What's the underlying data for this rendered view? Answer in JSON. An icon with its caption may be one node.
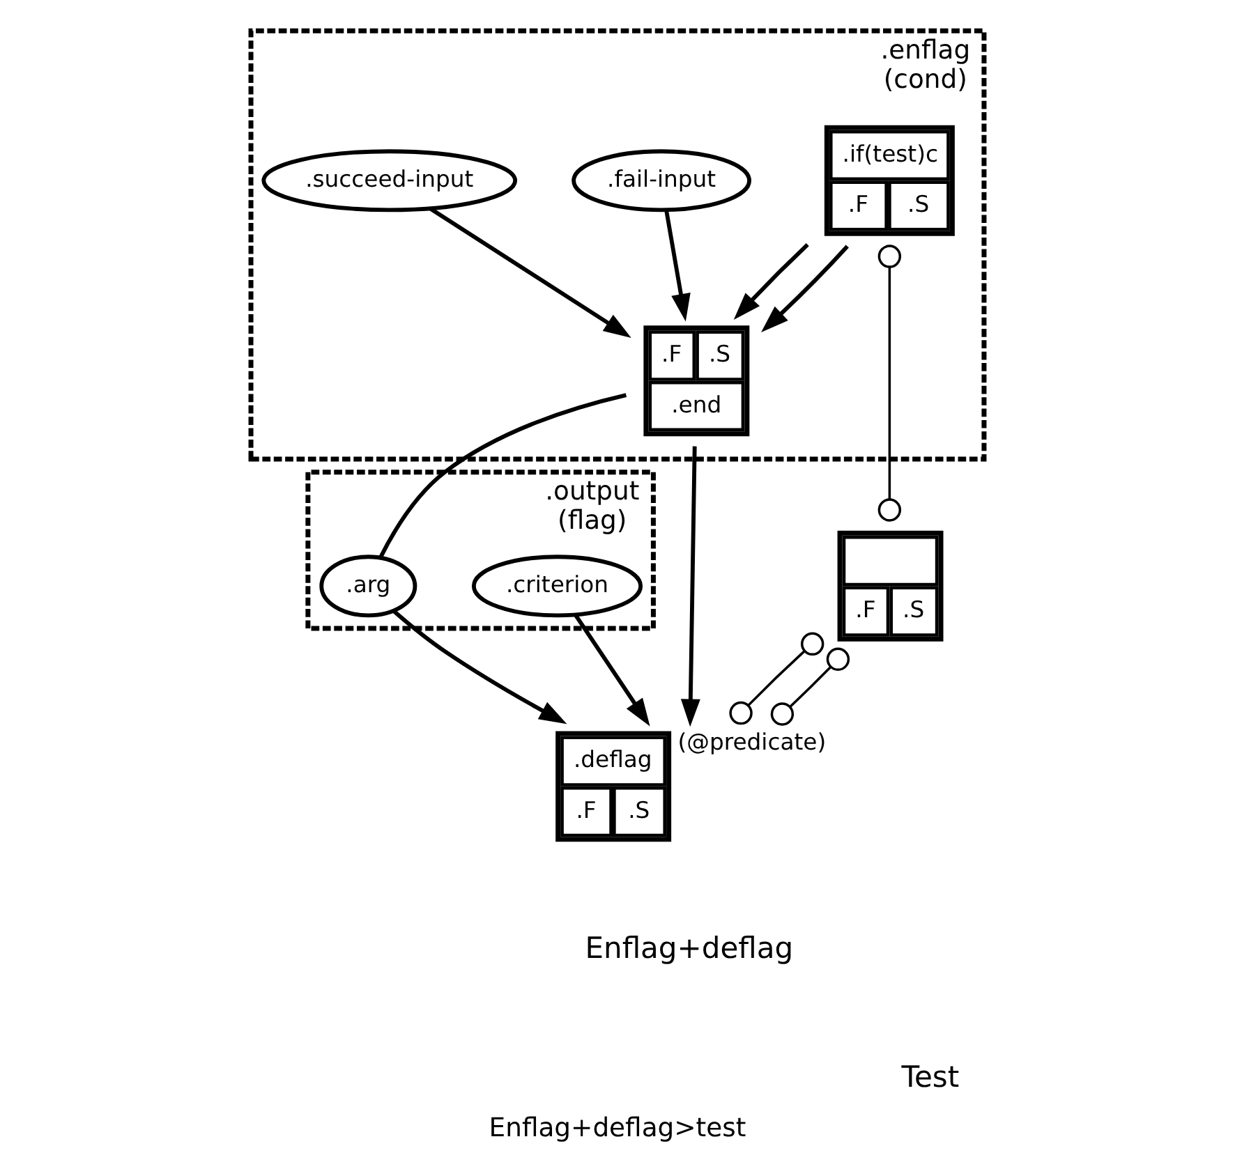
{
  "diagram": {
    "caption": "Enflag+deflag>test",
    "nodes": [
      {
        "text": [
          ".enflag",
          "(cond)"
        ]
      },
      {
        "text": [
          ".if(test)c",
          ".F",
          ".S"
        ],
        "in": 0
      },
      {
        "text": [
          ".fail-input"
        ],
        "in": 0
      },
      {
        "text": [
          ".succeed-input"
        ],
        "in": 0
      },
      {
        "text": [
          ".F",
          ".S",
          ".end"
        ],
        "in": 0
      },
      {
        "text": [
          ".output",
          "(flag)"
        ]
      },
      {
        "text": [
          ".criterion"
        ],
        "in": 5
      },
      {
        "text": [
          ".arg"
        ],
        "in": 5
      },
      {
        "text": [
          ".deflag",
          ".F",
          ".S"
        ],
        "beside": [
          "(@predicate)"
        ]
      },
      {
        "text": [
          ".F",
          ".S"
        ]
      }
    ],
    "edges": [
      {
        "from": 1,
        "to": 4,
        "arrow": "to"
      },
      {
        "from": 1,
        "to": 4,
        "arrow": "to"
      },
      {
        "from": 2,
        "to": 4,
        "arrow": "to"
      },
      {
        "from": 3,
        "to": 4,
        "arrow": "to"
      },
      {
        "from": 4,
        "to": 8,
        "arrow": "to"
      },
      {
        "from": 4,
        "to": 7,
        "arrow": "none"
      },
      {
        "from": 6,
        "to": 8,
        "arrow": "to"
      },
      {
        "from": 7,
        "to": 8,
        "arrow": "to"
      },
      {
        "from": 1,
        "to": 9,
        "arrow": "other"
      },
      {
        "from": 9,
        "to": 8,
        "arrow": "other"
      },
      {
        "from": 9,
        "to": 8,
        "arrow": "other"
      }
    ],
    "labels": [
      "Enflag+deflag",
      "Test"
    ]
  }
}
